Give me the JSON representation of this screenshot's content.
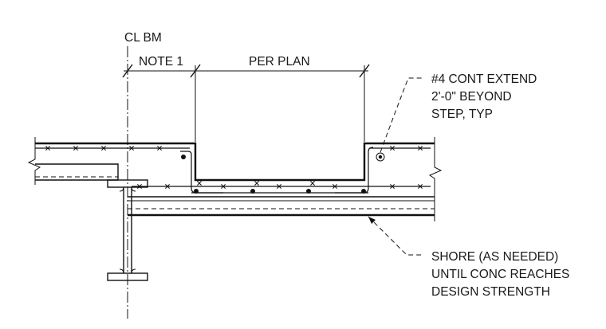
{
  "labels": {
    "centerline": "CL BM",
    "dim_left": "NOTE 1",
    "dim_right": "PER PLAN",
    "rebar_note": [
      "#4 CONT EXTEND",
      "2'-0\" BEYOND",
      "STEP, TYP"
    ],
    "shore_note": [
      "SHORE (AS NEEDED)",
      "UNTIL CONC REACHES",
      "DESIGN STRENGTH"
    ]
  },
  "legend_marks": {
    "welded_wire_symbol": "x",
    "rebar_symbol": "dot"
  }
}
